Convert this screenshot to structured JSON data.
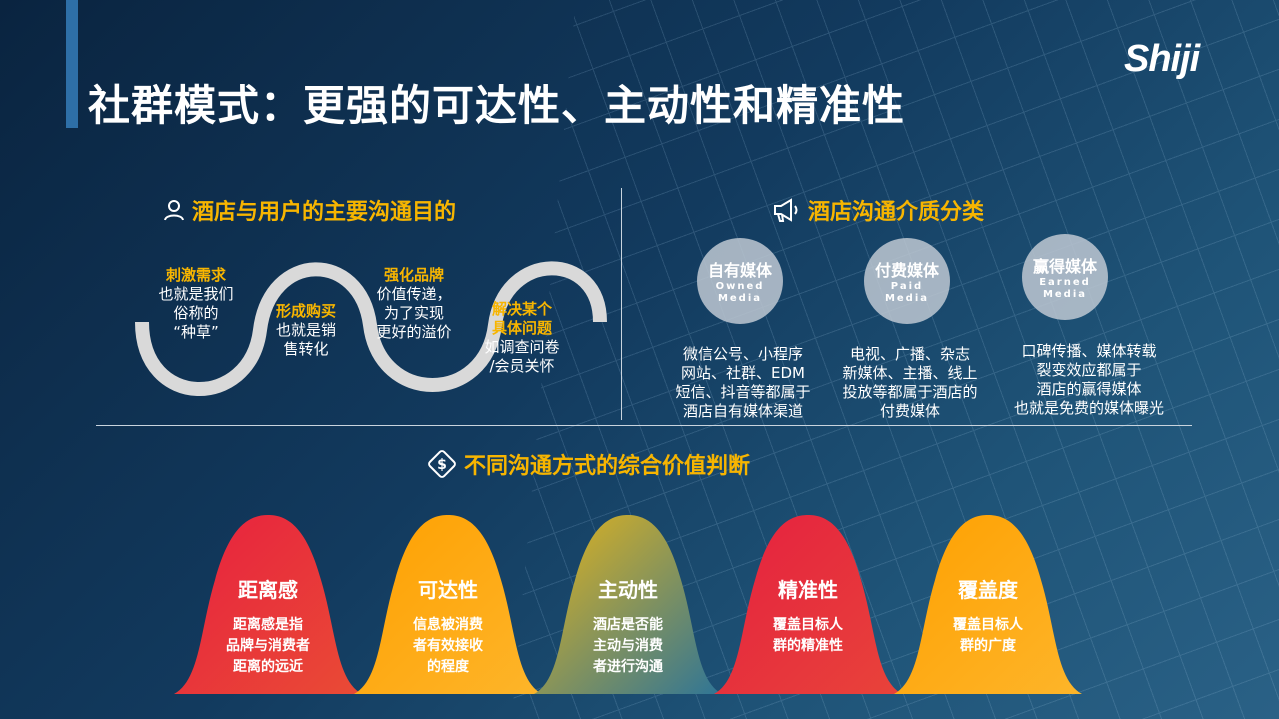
{
  "title": "社群模式：更强的可达性、主动性和精准性",
  "logo": "Shiji",
  "colors": {
    "accent": "#f7b500",
    "background": "#123a5e"
  },
  "left_section": {
    "icon": "user-icon",
    "heading": "酒店与用户的主要沟通目的",
    "items": [
      {
        "title": "刺激需求",
        "lines": [
          "也就是我们",
          "俗称的",
          "“种草”"
        ]
      },
      {
        "title": "形成购买",
        "lines": [
          "也就是销",
          "售转化"
        ]
      },
      {
        "title": "强化品牌",
        "lines": [
          "价值传递，",
          "为了实现",
          "更好的溢价"
        ]
      },
      {
        "title": "解决某个",
        "title2": "具体问题",
        "lines": [
          "如调查问卷",
          "/会员关怀"
        ]
      }
    ]
  },
  "right_section": {
    "icon": "megaphone-icon",
    "heading": "酒店沟通介质分类",
    "media": [
      {
        "cn": "自有媒体",
        "en1": "Owned",
        "en2": "Media",
        "lines": [
          "微信公号、小程序",
          "网站、社群、EDM",
          "短信、抖音等都属于",
          "酒店自有媒体渠道"
        ]
      },
      {
        "cn": "付费媒体",
        "en1": "Paid",
        "en2": "Media",
        "lines": [
          "电视、广播、杂志",
          "新媒体、主播、线上",
          "投放等都属于酒店的",
          "付费媒体"
        ]
      },
      {
        "cn": "赢得媒体",
        "en1": "Earned",
        "en2": "Media",
        "lines": [
          "口碑传播、媒体转载",
          "裂变效应都属于",
          "酒店的赢得媒体",
          "也就是免费的媒体曝光"
        ]
      }
    ]
  },
  "bottom_section": {
    "icon": "money-icon",
    "heading": "不同沟通方式的综合价值判断",
    "bells": [
      {
        "title": "距离感",
        "lines": [
          "距离感是指",
          "品牌与消费者",
          "距离的远近"
        ],
        "c1": "#e8203f",
        "c2": "#e94b35"
      },
      {
        "title": "可达性",
        "lines": [
          "信息被消费",
          "者有效接收",
          "的程度"
        ],
        "c1": "#ffa000",
        "c2": "#fdb52a"
      },
      {
        "title": "主动性",
        "lines": [
          "酒店是否能",
          "主动与消费",
          "者进行沟通"
        ],
        "c1": "#e6b51a",
        "c2": "#2f7596"
      },
      {
        "title": "精准性",
        "lines": [
          "覆盖目标人",
          "群的精准性"
        ],
        "c1": "#e5203f",
        "c2": "#e8433a"
      },
      {
        "title": "覆盖度",
        "lines": [
          "覆盖目标人",
          "群的广度"
        ],
        "c1": "#ffa000",
        "c2": "#fdb52a"
      }
    ]
  }
}
